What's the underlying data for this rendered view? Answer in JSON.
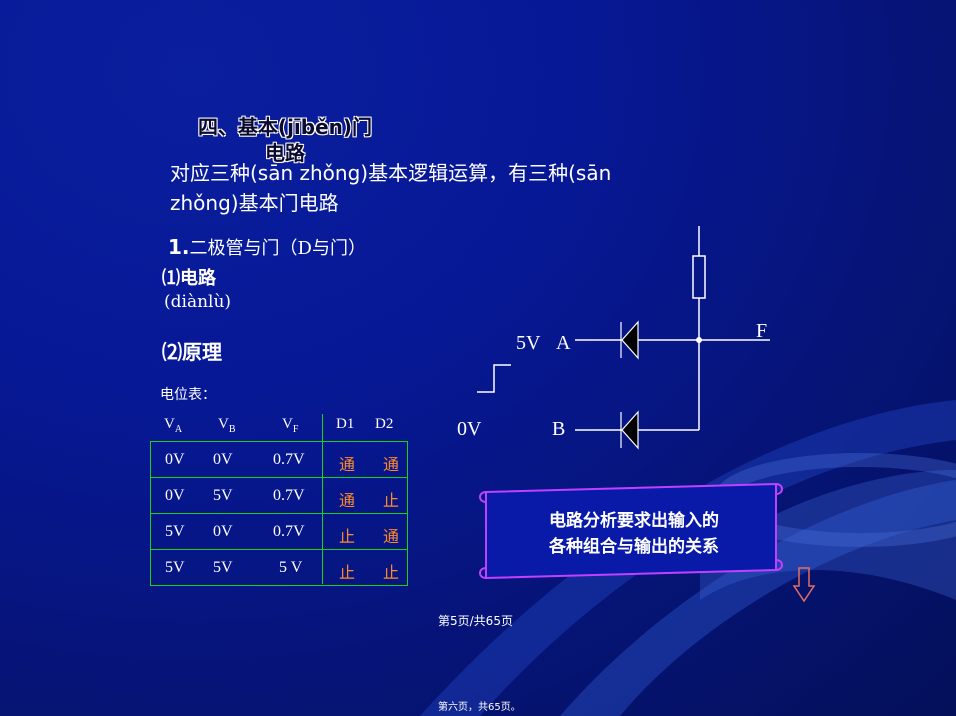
{
  "heading": {
    "line1": "四、基本(jīběn)门",
    "line2": "电路"
  },
  "intro": {
    "line1": "对应三种(sān zhǒng)基本逻辑运算，有三种(sān",
    "line2": "zhǒng)基本门电路"
  },
  "section1": {
    "num": "1.",
    "title": "二极管与门",
    "paren": "（D与门）"
  },
  "sub1": {
    "line1": "⑴电路",
    "line2": "(diànlù)"
  },
  "sub2": "⑵原理",
  "potential_table": {
    "title": "电位表：",
    "headers": {
      "va": "V",
      "va_sub": "A",
      "vb": "V",
      "vb_sub": "B",
      "vf": "V",
      "vf_sub": "F",
      "d1": "D1",
      "d2": "D2"
    },
    "rows": [
      {
        "va": "0V",
        "vb": "0V",
        "vf": "0.7V",
        "d1": "通",
        "d2": "通"
      },
      {
        "va": "0V",
        "vb": "5V",
        "vf": "0.7V",
        "d1": "通",
        "d2": "止"
      },
      {
        "va": "5V",
        "vb": "0V",
        "vf": "0.7V",
        "d1": "止",
        "d2": "通"
      },
      {
        "va": "5V",
        "vb": "5V",
        "vf": "5 V",
        "d1": "止",
        "d2": "止"
      }
    ]
  },
  "circuit": {
    "label_5v": "5V",
    "label_a": "A",
    "label_0v": "0V",
    "label_b": "B",
    "label_f": "F"
  },
  "callout": {
    "line1": "电路分析要求出输入的",
    "line2": "各种组合与输出的关系"
  },
  "footer": {
    "page": "第5页/共65页",
    "bottom": "第六页，共65页。"
  },
  "colors": {
    "table_border": "#1ad11a",
    "diode_state": "#ff8a2a",
    "scroll_border": "#c040ff",
    "arrow": "#e07060"
  }
}
